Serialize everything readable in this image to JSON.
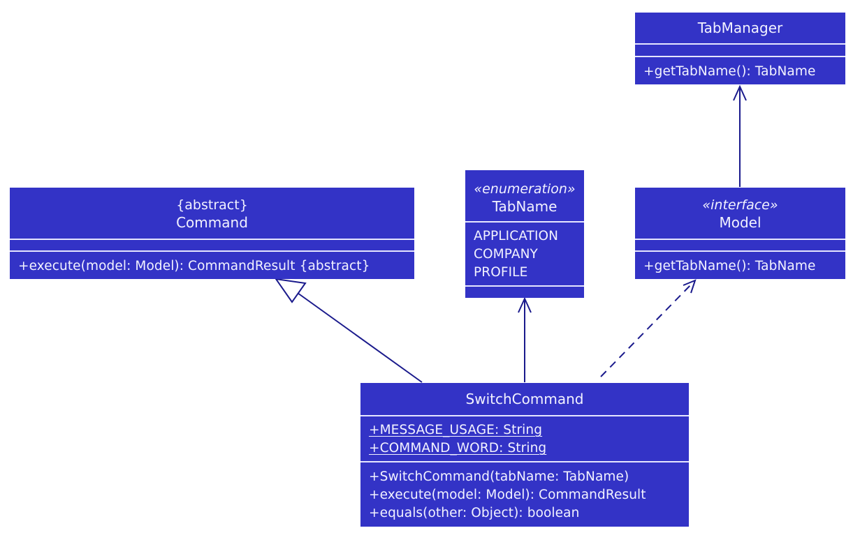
{
  "diagram": {
    "classes": {
      "tab_manager": {
        "name": "TabManager",
        "attributes": [],
        "operations": [
          "+getTabName(): TabName"
        ]
      },
      "command": {
        "prefix": "{abstract}",
        "name": "Command",
        "attributes": [],
        "operations": [
          "+execute(model: Model): CommandResult {abstract}"
        ]
      },
      "tab_name": {
        "stereotype": "«enumeration»",
        "name": "TabName",
        "literals": [
          "APPLICATION",
          "COMPANY",
          "PROFILE"
        ]
      },
      "model": {
        "stereotype": "«interface»",
        "name": "Model",
        "attributes": [],
        "operations": [
          "+getTabName(): TabName"
        ]
      },
      "switch_command": {
        "name": "SwitchCommand",
        "attributes": [
          "+MESSAGE_USAGE: String",
          "+COMMAND_WORD: String"
        ],
        "operations": [
          "+SwitchCommand(tabName: TabName)",
          "+execute(model: Model): CommandResult",
          "+equals(other: Object): boolean"
        ]
      }
    },
    "relationships": [
      {
        "from": "SwitchCommand",
        "to": "Command",
        "kind": "generalization"
      },
      {
        "from": "SwitchCommand",
        "to": "TabName",
        "kind": "association"
      },
      {
        "from": "SwitchCommand",
        "to": "Model",
        "kind": "realization"
      },
      {
        "from": "Model",
        "to": "TabManager",
        "kind": "association"
      }
    ]
  },
  "colors": {
    "class_fill": "#3333c6",
    "class_text": "#f2f2ff",
    "divider": "#e6e6ff",
    "edge": "#1a1a8c",
    "background": "#ffffff"
  }
}
